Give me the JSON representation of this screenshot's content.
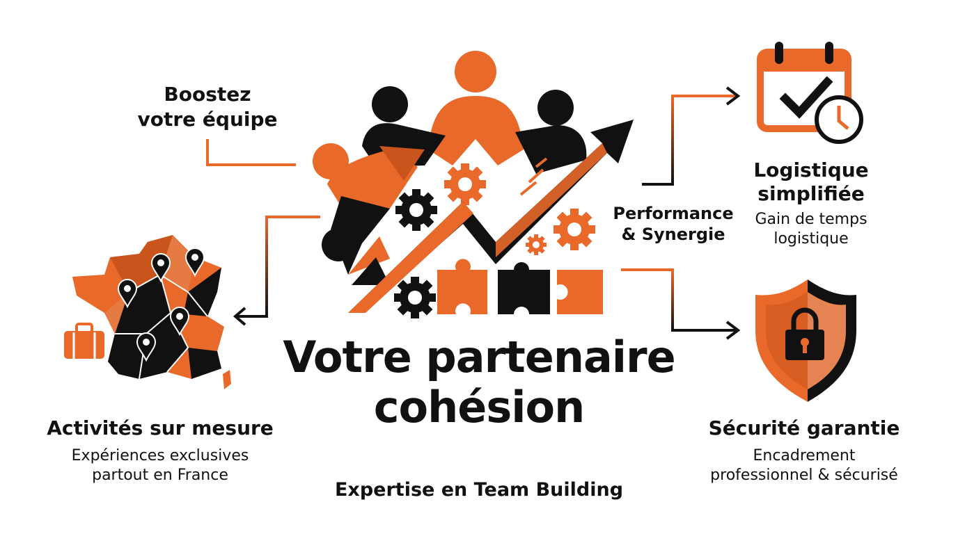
{
  "colors": {
    "accent": "#E8692A",
    "dark": "#111111",
    "background": "#FFFFFF"
  },
  "header": {
    "boost_line1": "Boostez",
    "boost_line2": "votre équipe"
  },
  "center": {
    "performance_line1": "Performance",
    "performance_line2": "& Synergie",
    "title_line1": "Votre partenaire",
    "title_line2": "cohésion",
    "subtitle": "Expertise en Team Building",
    "icons": [
      "team-people-icon",
      "growth-arrow-icon",
      "gear-icon",
      "puzzle-icon"
    ]
  },
  "activities": {
    "title": "Activités sur mesure",
    "desc_line1": "Expériences exclusives",
    "desc_line2": "partout en France",
    "icons": [
      "france-map-icon",
      "map-pin-icon",
      "suitcase-icon"
    ]
  },
  "logistics": {
    "title_line1": "Logistique",
    "title_line2": "simplifiée",
    "desc_line1": "Gain de temps",
    "desc_line2": "logistique",
    "icon": "calendar-check-icon"
  },
  "security": {
    "title": "Sécurité garantie",
    "desc_line1": "Encadrement",
    "desc_line2": "professionnel & sécurisé",
    "icon": "shield-lock-icon"
  }
}
